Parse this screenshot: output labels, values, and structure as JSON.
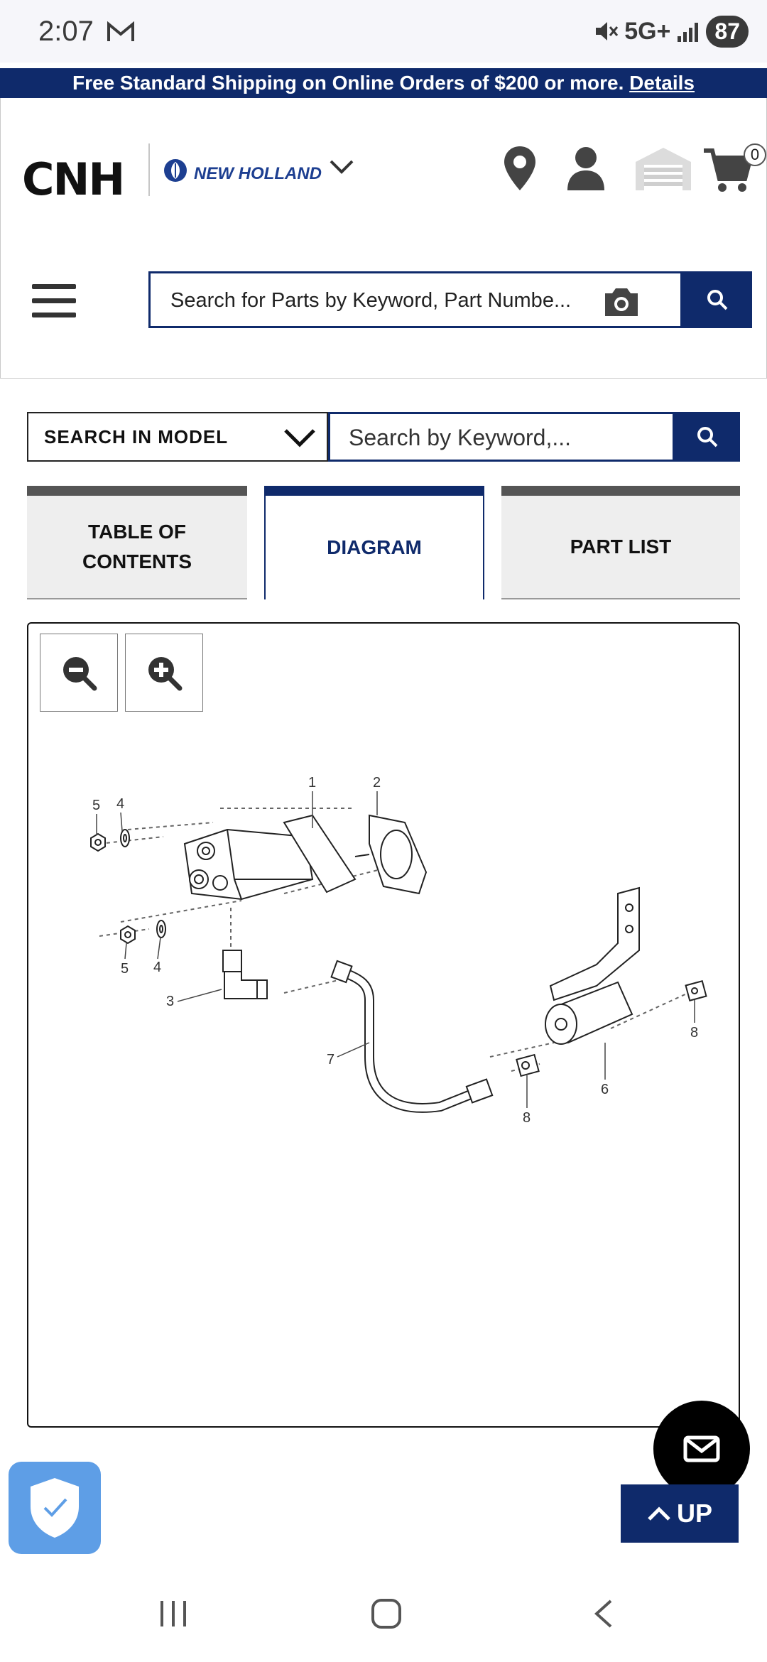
{
  "status_bar": {
    "time": "2:07",
    "mail_icon": "gmail-icon",
    "network": "5G+",
    "battery": "87"
  },
  "promo": {
    "text": "Free Standard Shipping on Online Orders of $200 or more.",
    "link": "Details"
  },
  "header": {
    "logo": "CNH",
    "brand": "NEW HOLLAND",
    "cart_count": "0",
    "search_placeholder": "Search for Parts by Keyword, Part Numbe..."
  },
  "model_search": {
    "select_label": "SEARCH IN MODEL",
    "keyword_placeholder": "Search by Keyword,..."
  },
  "tabs": [
    {
      "label": "TABLE OF CONTENTS",
      "active": false
    },
    {
      "label": "DIAGRAM",
      "active": true
    },
    {
      "label": "PART LIST",
      "active": false
    }
  ],
  "diagram": {
    "callouts": [
      "1",
      "2",
      "3",
      "4",
      "4",
      "5",
      "5",
      "6",
      "7",
      "8",
      "8"
    ]
  },
  "floating": {
    "up_label": "UP"
  },
  "colors": {
    "brand_navy": "#0f2a6b",
    "tab_inactive": "#eeeeee",
    "shield_blue": "#5e9ee6"
  }
}
